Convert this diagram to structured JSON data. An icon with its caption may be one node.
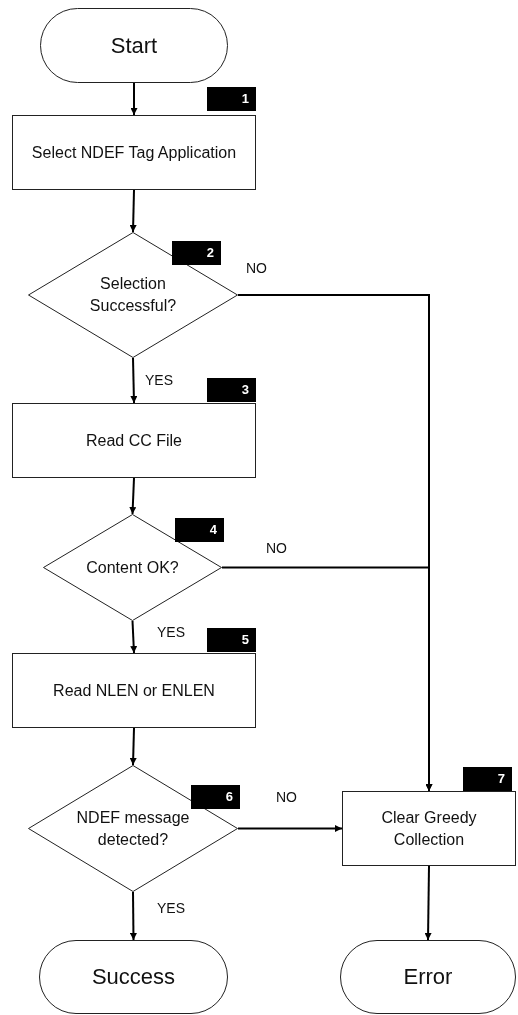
{
  "diagram": {
    "nodes": [
      {
        "text": [
          "Start"
        ]
      },
      {
        "text": [
          "Select NDEF Tag Application"
        ],
        "beside": [
          "1"
        ]
      },
      {
        "text": [
          "Selection Successful?"
        ],
        "beside": [
          "2"
        ]
      },
      {
        "text": [
          "Read CC File"
        ],
        "beside": [
          "3"
        ]
      },
      {
        "text": [
          "Content OK?"
        ],
        "beside": [
          "4"
        ]
      },
      {
        "text": [
          "Read NLEN or ENLEN"
        ],
        "beside": [
          "5"
        ]
      },
      {
        "text": [
          "NDEF message detected?"
        ],
        "beside": [
          "6"
        ]
      },
      {
        "text": [
          "Clear Greedy Collection"
        ],
        "beside": [
          "7"
        ]
      },
      {
        "text": [
          "Success"
        ]
      },
      {
        "text": [
          "Error"
        ]
      }
    ],
    "edges": [
      {
        "from": 0,
        "to": 1,
        "arrow": "to"
      },
      {
        "from": 1,
        "to": 2,
        "arrow": "to"
      },
      {
        "from": 2,
        "to": 3,
        "arrow": "to",
        "label": "YES"
      },
      {
        "from": 2,
        "to": 7,
        "arrow": "to",
        "label": "NO"
      },
      {
        "from": 3,
        "to": 4,
        "arrow": "to"
      },
      {
        "from": 4,
        "to": 7,
        "arrow": "to",
        "label": "NO"
      },
      {
        "from": 4,
        "to": 5,
        "arrow": "to",
        "label": "YES"
      },
      {
        "from": 5,
        "to": 6,
        "arrow": "to"
      },
      {
        "from": 6,
        "to": 7,
        "arrow": "to",
        "label": "NO"
      },
      {
        "from": 6,
        "to": 8,
        "arrow": "to",
        "label": "YES"
      },
      {
        "from": 7,
        "to": 9,
        "arrow": "to"
      }
    ]
  }
}
